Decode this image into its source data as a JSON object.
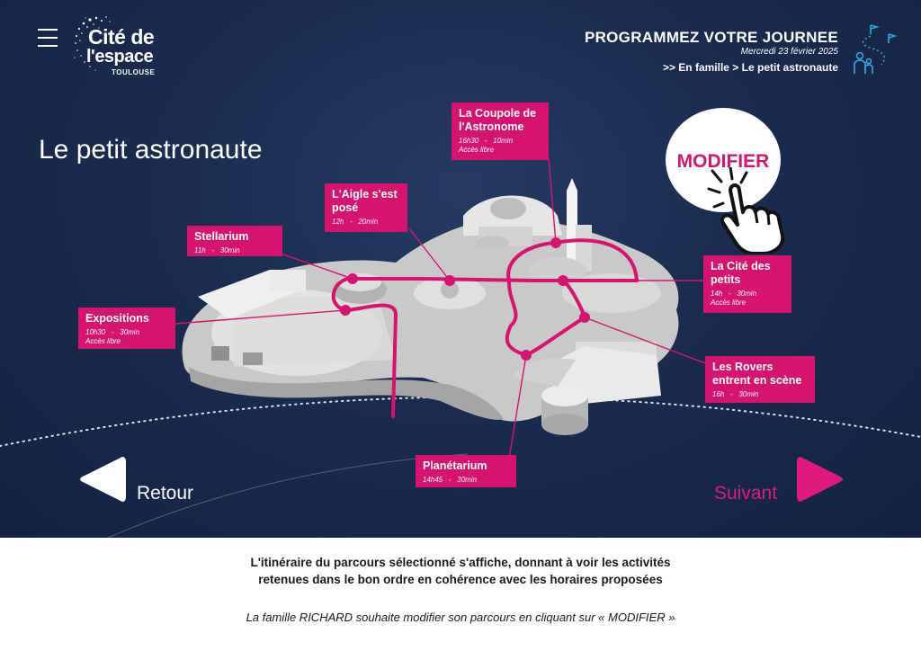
{
  "header": {
    "logo": {
      "line1": "Cité de",
      "line2": "l'espace",
      "line3": "TOULOUSE"
    },
    "program_title": "PROGRAMMEZ VOTRE JOURNEE",
    "date": "Mercredi 23 février 2025",
    "breadcrumb": ">>  En famille > Le petit astronaute"
  },
  "page_title": "Le petit astronaute",
  "activities": [
    {
      "name": "La Coupole de l'Astronome",
      "time": "16h30   -   10min",
      "access": "Accès libre"
    },
    {
      "name": "L'Aigle s'est posé",
      "time": "12h   -   20min",
      "access": ""
    },
    {
      "name": "Stellarium",
      "time": "11h   -   30min",
      "access": ""
    },
    {
      "name": "Expositions",
      "time": "10h30   -   30min",
      "access": "Accès libre"
    },
    {
      "name": "La Cité des petits",
      "time": "14h   -   30min",
      "access": "Accès libre"
    },
    {
      "name": "Les Rovers entrent en scène",
      "time": "16h   -   30min",
      "access": ""
    },
    {
      "name": "Planétarium",
      "time": "14h45   -   30min",
      "access": ""
    }
  ],
  "modify_button": "MODIFIER",
  "nav": {
    "back": "Retour",
    "next": "Suivant"
  },
  "caption": {
    "line1": "L'itinéraire du parcours sélectionné s'affiche, donnant à voir les activités",
    "line2": "retenues dans le bon ordre en cohérence avec  les horaires proposées",
    "line3": "La famille RICHARD souhaite modifier son parcours en cliquant sur « MODIFIER »"
  },
  "colors": {
    "accent": "#d6146f",
    "background": "#1b2b4f",
    "route": "#d6146f"
  },
  "icons": [
    "menu-icon",
    "plan-route-icon",
    "hand-pointer-icon",
    "back-arrow-icon",
    "next-arrow-icon"
  ]
}
